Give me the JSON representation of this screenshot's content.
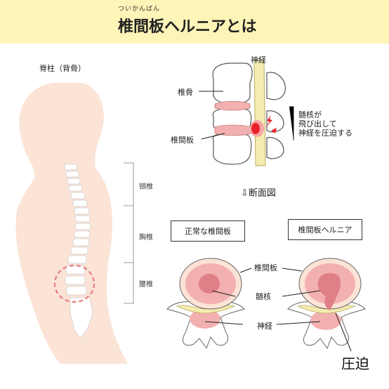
{
  "header": {
    "ruby": "ついかんばん",
    "title": "椎間板ヘルニアとは"
  },
  "body_figure": {
    "spine_label": "脊柱（背骨）",
    "regions": [
      "頸椎",
      "胸椎",
      "腰椎"
    ]
  },
  "side_view": {
    "nerve_label": "神経",
    "vertebra_label": "椎骨",
    "disc_label": "椎間板",
    "callout_lines": [
      "髄核が",
      "飛び出して",
      "神経を圧迫する"
    ]
  },
  "cross_section": {
    "heading": "⇩断面図",
    "normal_label": "正常な椎間板",
    "hernia_label": "椎間板ヘルニア",
    "disc_label": "椎間板",
    "nucleus_label": "髄核",
    "nerve_label": "神経",
    "compression_label": "圧迫"
  },
  "colors": {
    "header_bg": "#fdf4b8",
    "skin": "#fbe3d6",
    "disc_pink": "#f3b0b0",
    "nucleus": "#e07f86",
    "nerve": "#f5ecb0",
    "hernia_red": "#e8202a"
  }
}
